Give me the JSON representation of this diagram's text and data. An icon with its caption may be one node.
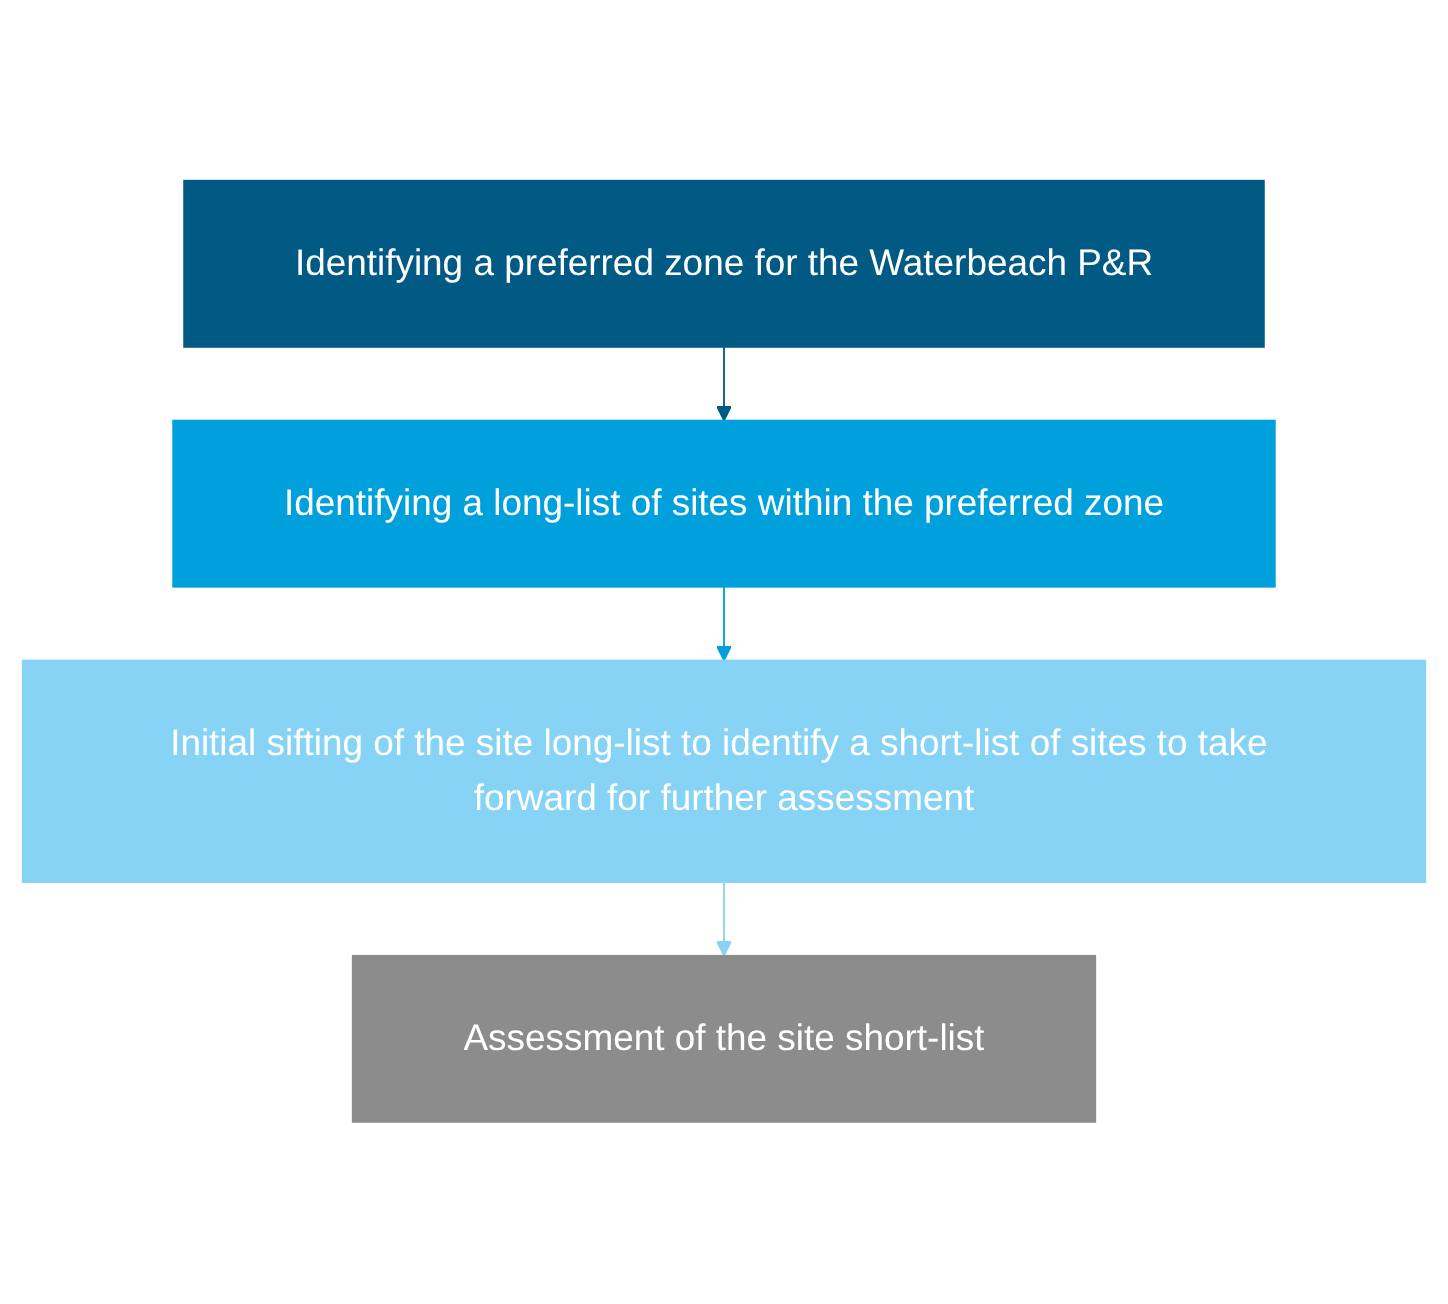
{
  "diagram": {
    "nodes": [
      {
        "text": [
          "Identifying a preferred zone for the Waterbeach P&R"
        ]
      },
      {
        "text": [
          "Identifying a long-list of sites within the preferred zone"
        ]
      },
      {
        "text": [
          "Initial sifting of the site long-list to identify a short-list of sites to take forward for further assessment"
        ]
      },
      {
        "text": [
          "Assessment of the site short-list"
        ]
      }
    ],
    "edges": [
      {
        "from": 0,
        "to": 1,
        "arrow": "to",
        "color": "#005a84"
      },
      {
        "from": 1,
        "to": 2,
        "arrow": "to",
        "color": "#00a0dc"
      },
      {
        "from": 2,
        "to": 3,
        "arrow": "to",
        "color": "#87d3f5"
      }
    ]
  }
}
